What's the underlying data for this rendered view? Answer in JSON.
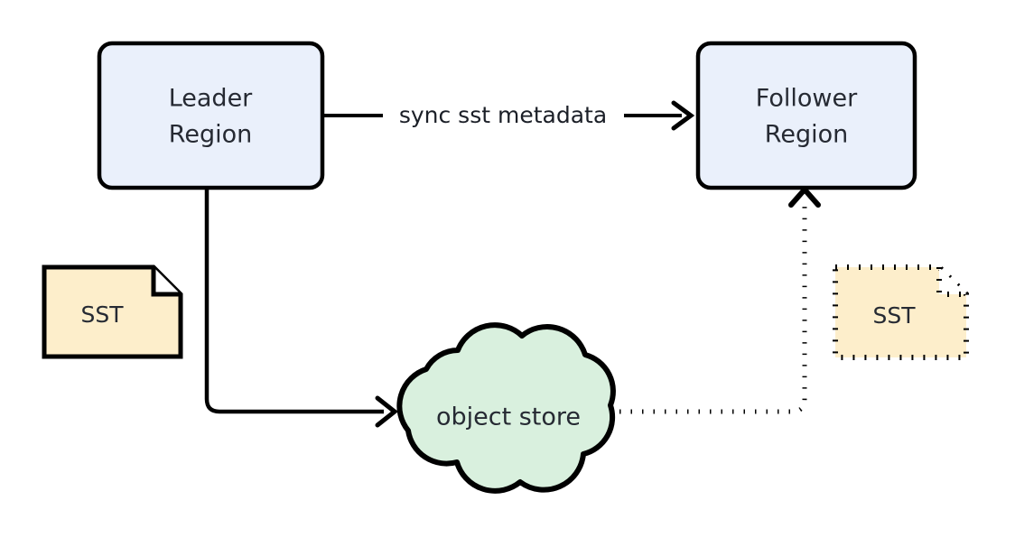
{
  "diagram": {
    "type": "flow-diagram",
    "background": "#ffffff",
    "stroke_color": "#000000",
    "text_color": "#262a33",
    "nodes": {
      "leader_region": {
        "label_line1": "Leader",
        "label_line2": "Region",
        "shape": "rounded-rectangle",
        "fill": "#eaf0fb",
        "stroke": "#000000"
      },
      "follower_region": {
        "label_line1": "Follower",
        "label_line2": "Region",
        "shape": "rounded-rectangle",
        "fill": "#eaf0fb",
        "stroke": "#000000"
      },
      "sst_leader_note": {
        "label": "SST",
        "shape": "note-folded-corner",
        "fill": "#fdeecb",
        "stroke": "#000000",
        "stroke_style": "solid"
      },
      "sst_follower_note": {
        "label": "SST",
        "shape": "note-folded-corner",
        "fill": "#fdeecb",
        "stroke": "#000000",
        "stroke_style": "dotted"
      },
      "object_store": {
        "label": "object store",
        "shape": "cloud",
        "fill": "#d9f0de",
        "stroke": "#000000"
      }
    },
    "edges": [
      {
        "id": "sync-metadata-edge",
        "from": "leader_region",
        "to": "follower_region",
        "label": "sync sst metadata",
        "style": "solid",
        "arrow": "open-v"
      },
      {
        "id": "upload-edge",
        "from": "leader_region",
        "to": "object_store",
        "label": "",
        "style": "solid",
        "arrow": "open-v"
      },
      {
        "id": "fetch-edge",
        "from": "object_store",
        "to": "follower_region",
        "label": "",
        "style": "dotted",
        "arrow": "open-v"
      }
    ]
  }
}
